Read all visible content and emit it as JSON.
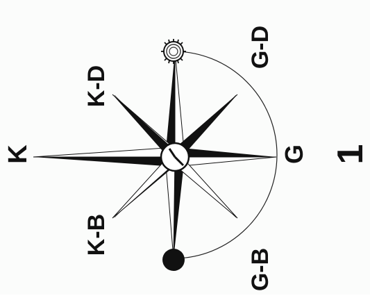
{
  "figure": {
    "labels": {
      "k": "K",
      "kd": "K-D",
      "kb": "K-B",
      "gd": "G-D",
      "g": "G",
      "gb": "G-B",
      "page_number": "1"
    },
    "colors": {
      "ink": "#111111",
      "paper": "#fbfcfb"
    }
  }
}
